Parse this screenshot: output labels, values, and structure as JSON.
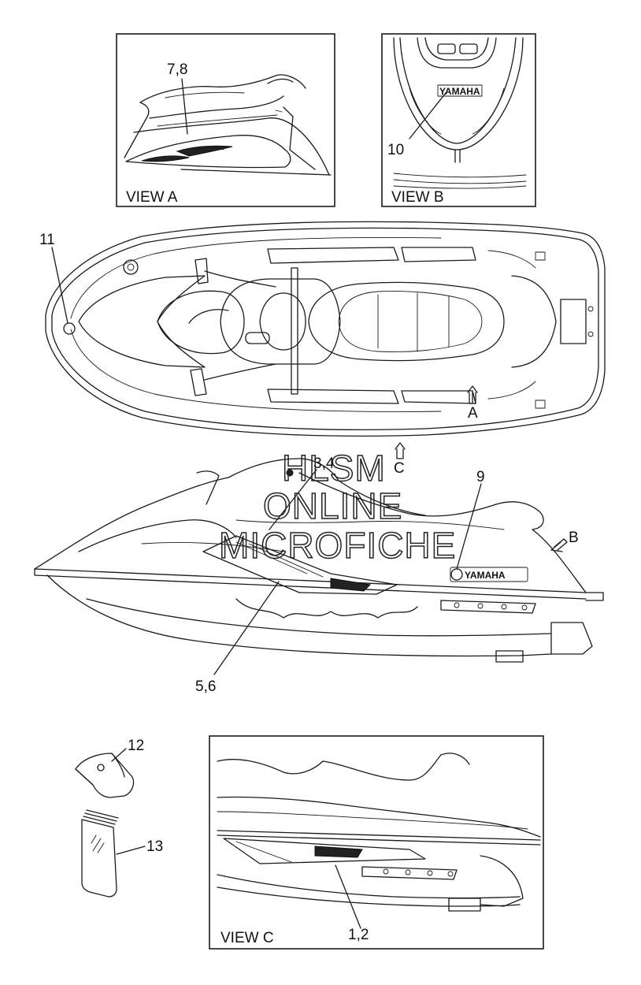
{
  "views": {
    "a": "VIEW A",
    "b": "VIEW B",
    "c": "VIEW C"
  },
  "callouts": {
    "p78": "7,8",
    "p10": "10",
    "p11": "11",
    "p34": "3,4",
    "p9": "9",
    "p56": "5,6",
    "p12": "12",
    "p13": "13",
    "p12c": "1,2",
    "arrowA": "A",
    "arrowB": "B",
    "arrowC": "C"
  },
  "brand": {
    "decal_text": "YAMAHA"
  },
  "watermark": {
    "line1": "HLSM",
    "line2": "ONLINE",
    "line3": "MICROFICHE"
  }
}
